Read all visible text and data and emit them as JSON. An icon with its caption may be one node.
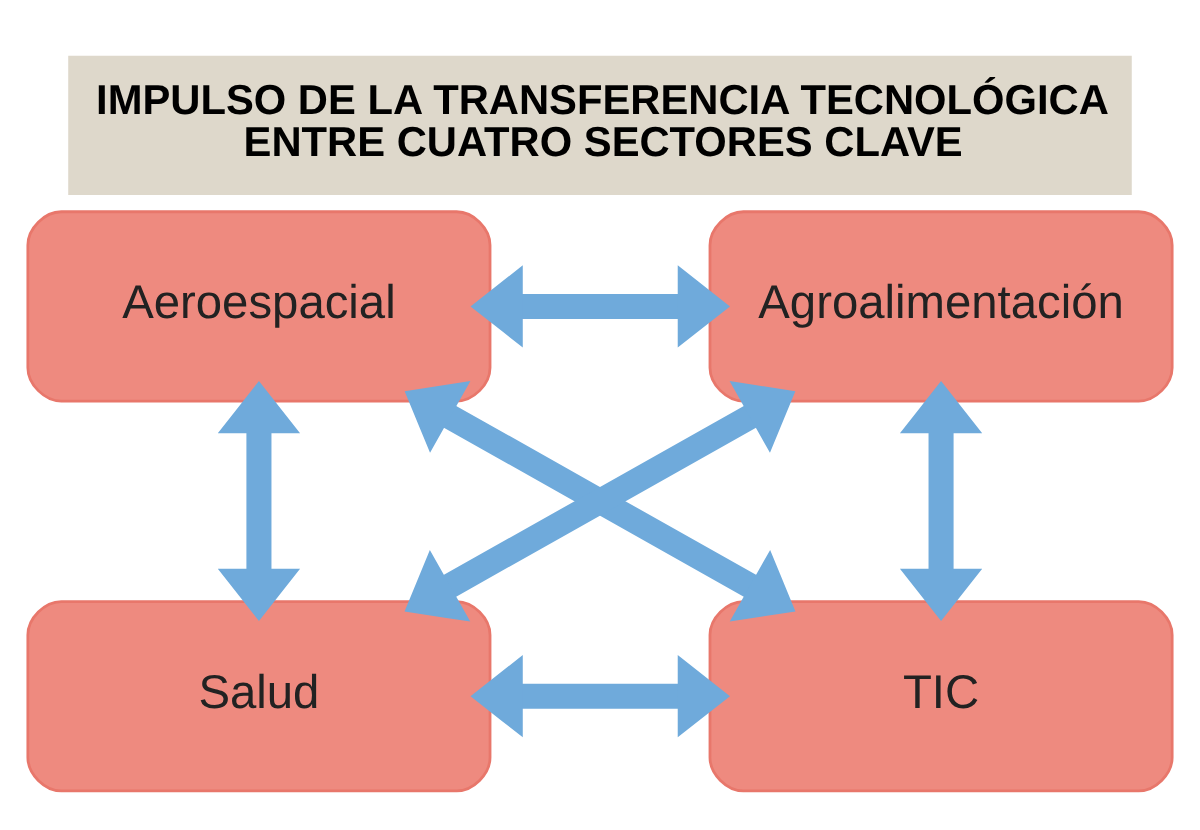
{
  "diagram": {
    "title": "IMPULSO DE LA TRANSFERENCIA TECNOLÓGICA ENTRE CUATRO SECTORES CLAVE",
    "nodes": [
      {
        "text": [
          "Aeroespacial"
        ]
      },
      {
        "text": [
          "Agroalimentación"
        ]
      },
      {
        "text": [
          "Salud"
        ]
      },
      {
        "text": [
          "TIC"
        ]
      }
    ],
    "edges": [
      {
        "from": 0,
        "to": 1,
        "arrow": "both"
      },
      {
        "from": 0,
        "to": 2,
        "arrow": "both"
      },
      {
        "from": 1,
        "to": 3,
        "arrow": "both"
      },
      {
        "from": 2,
        "to": 3,
        "arrow": "both"
      },
      {
        "from": 0,
        "to": 3,
        "arrow": "both"
      },
      {
        "from": 1,
        "to": 2,
        "arrow": "both"
      }
    ]
  }
}
